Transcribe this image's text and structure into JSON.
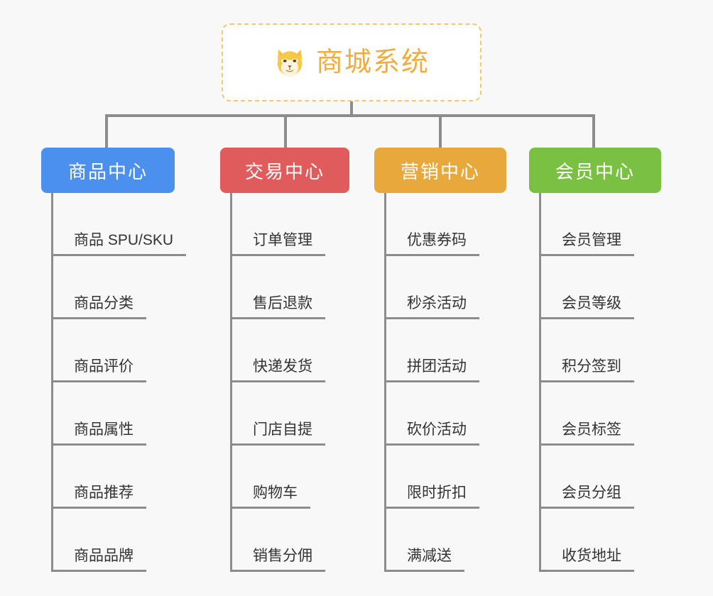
{
  "root": {
    "title": "商城系统",
    "icon": "shiba-dog-icon",
    "border_color": "#f5c76a",
    "title_color": "#f0ad3e"
  },
  "background_color": "#f8f8f8",
  "connector_color": "#8c8c8c",
  "columns": [
    {
      "title": "商品中心",
      "color": "#4a90ec",
      "items": [
        "商品 SPU/SKU",
        "商品分类",
        "商品评价",
        "商品属性",
        "商品推荐",
        "商品品牌"
      ]
    },
    {
      "title": "交易中心",
      "color": "#e05c5c",
      "items": [
        "订单管理",
        "售后退款",
        "快递发货",
        "门店自提",
        "购物车",
        "销售分佣"
      ]
    },
    {
      "title": "营销中心",
      "color": "#e8a93c",
      "items": [
        "优惠券码",
        "秒杀活动",
        "拼团活动",
        "砍价活动",
        "限时折扣",
        "满减送"
      ]
    },
    {
      "title": "会员中心",
      "color": "#7ac143",
      "items": [
        "会员管理",
        "会员等级",
        "积分签到",
        "会员标签",
        "会员分组",
        "收货地址"
      ]
    }
  ]
}
